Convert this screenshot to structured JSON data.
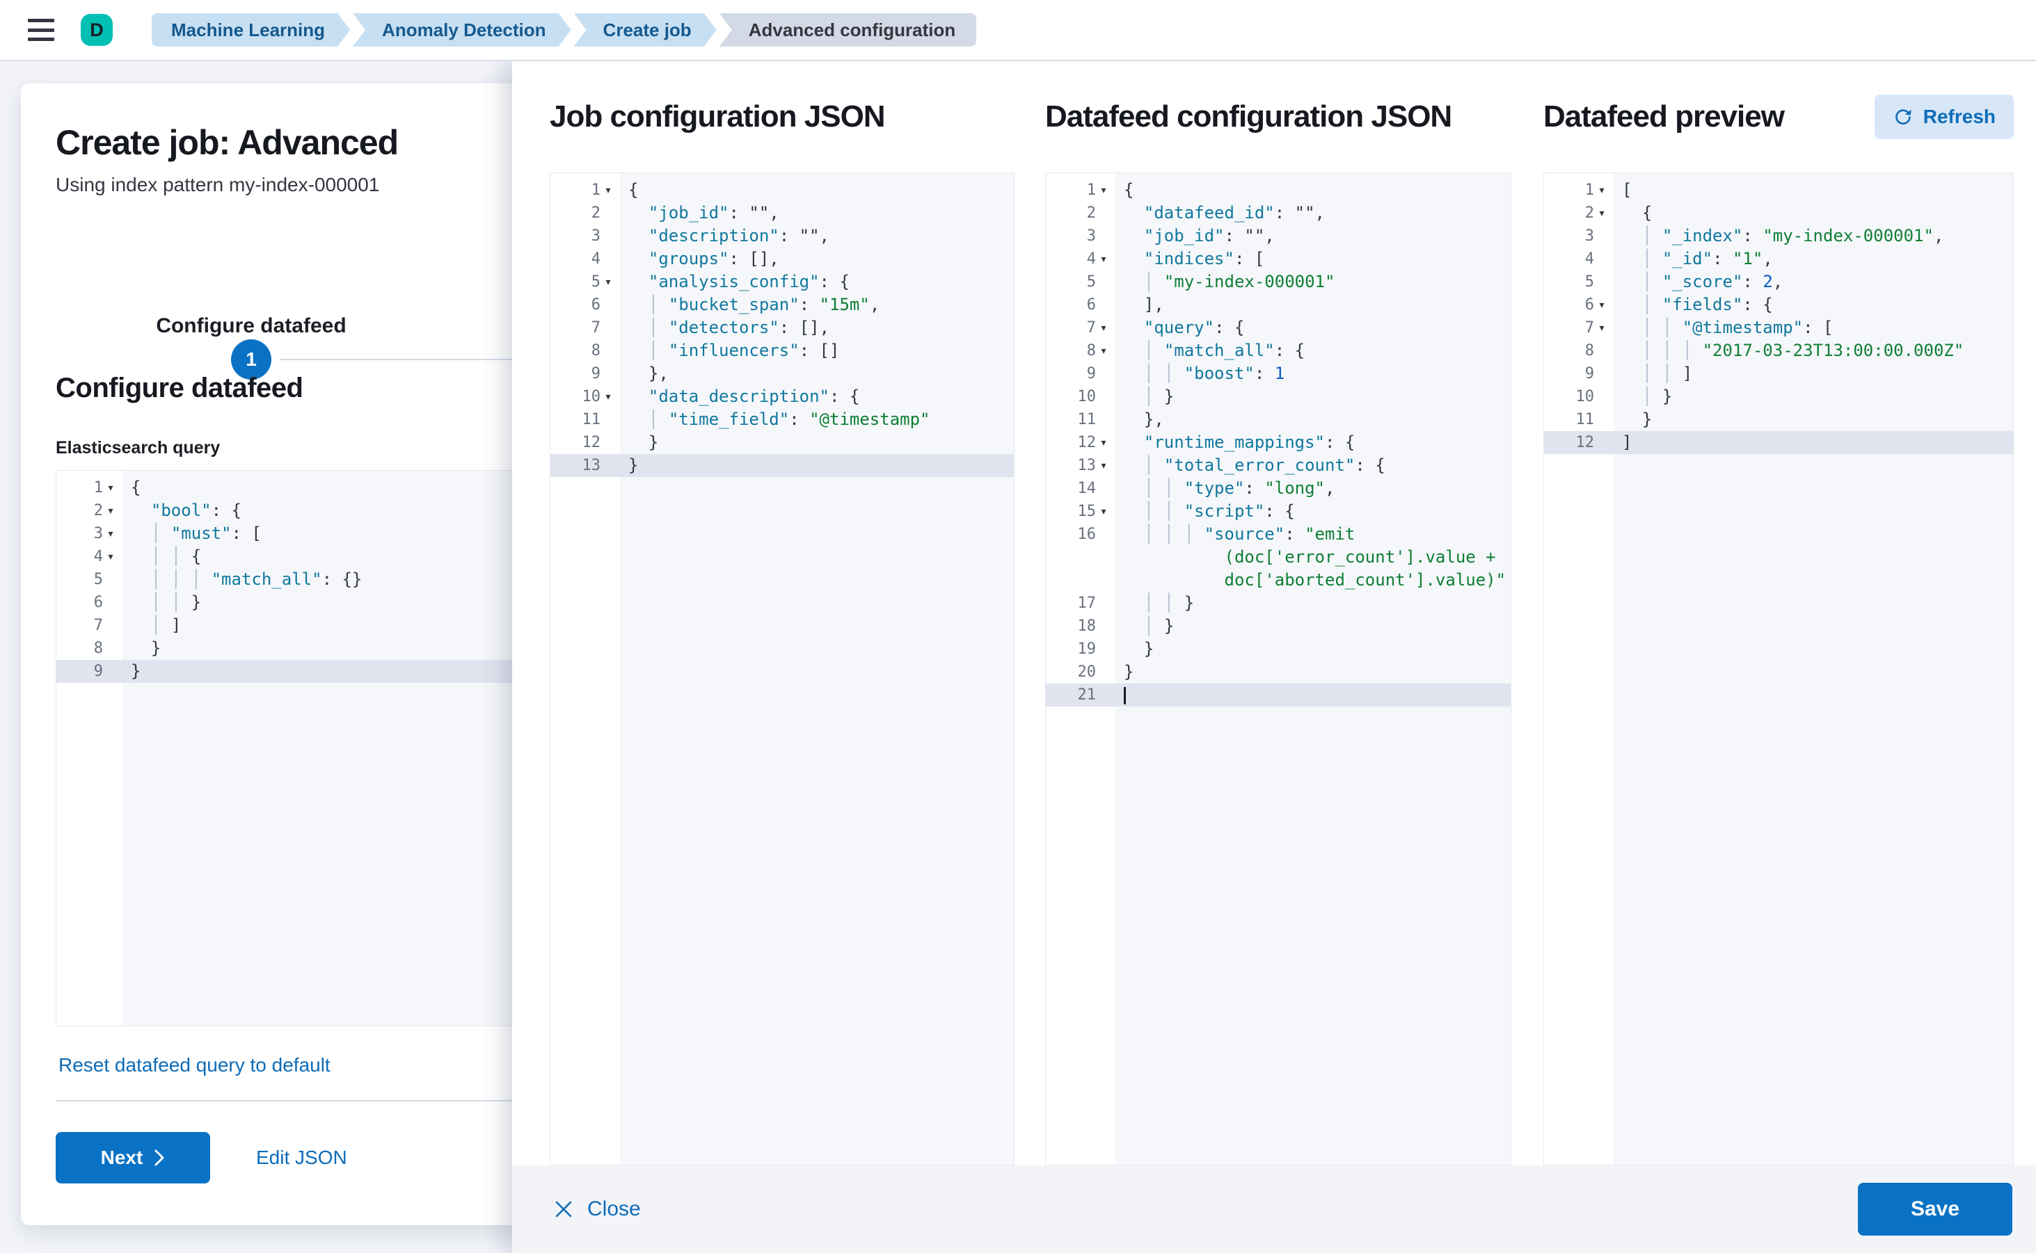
{
  "header": {
    "avatar_initial": "D",
    "breadcrumbs": [
      {
        "label": "Machine Learning",
        "current": false
      },
      {
        "label": "Anomaly Detection",
        "current": false
      },
      {
        "label": "Create job",
        "current": false
      },
      {
        "label": "Advanced configuration",
        "current": true
      }
    ]
  },
  "wizard": {
    "title": "Create job: Advanced",
    "subtitle": "Using index pattern my-index-000001",
    "step_number": "1",
    "step_label": "Configure datafeed",
    "section_heading": "Configure datafeed",
    "query_label": "Elasticsearch query",
    "reset_link": "Reset datafeed query to default",
    "next_button": "Next",
    "edit_json_link": "Edit JSON"
  },
  "flyout": {
    "job_config_title": "Job configuration JSON",
    "datafeed_config_title": "Datafeed configuration JSON",
    "datafeed_preview_title": "Datafeed preview",
    "refresh_button": "Refresh",
    "close_button": "Close",
    "save_button": "Save"
  },
  "colors": {
    "primary_button": "#0a72c4",
    "link": "#0d6cb8",
    "avatar": "#00bfb3",
    "breadcrumb_bg": "#c7dff2",
    "breadcrumb_text": "#14598f",
    "breadcrumb_current_bg": "#d3dae6",
    "breadcrumb_current_text": "#343741",
    "editor_content_bg": "#f5f7fa",
    "editor_gutter_bg": "#ffffff",
    "editor_active_line": "#dfe4ee",
    "syntax_key": "#10789e",
    "syntax_string": "#0e7e35",
    "syntax_number": "#0a5ac2",
    "syntax_plain": "#343741"
  },
  "editors": {
    "es_query": {
      "lines": [
        {
          "n": "1",
          "fold": true,
          "tokens": [
            [
              "p",
              "{"
            ]
          ]
        },
        {
          "n": "2",
          "fold": true,
          "tokens": [
            [
              "p",
              "  "
            ],
            [
              "k",
              "\"bool\""
            ],
            [
              "p",
              ": {"
            ]
          ]
        },
        {
          "n": "3",
          "fold": true,
          "tokens": [
            [
              "p",
              "  "
            ],
            [
              "g",
              "│ "
            ],
            [
              "k",
              "\"must\""
            ],
            [
              "p",
              ": ["
            ]
          ]
        },
        {
          "n": "4",
          "fold": true,
          "tokens": [
            [
              "p",
              "  "
            ],
            [
              "g",
              "│ │ "
            ],
            [
              "p",
              "{"
            ]
          ]
        },
        {
          "n": "5",
          "tokens": [
            [
              "p",
              "  "
            ],
            [
              "g",
              "│ │ │ "
            ],
            [
              "k",
              "\"match_all\""
            ],
            [
              "p",
              ": {}"
            ]
          ]
        },
        {
          "n": "6",
          "tokens": [
            [
              "p",
              "  "
            ],
            [
              "g",
              "│ │ "
            ],
            [
              "p",
              "}"
            ]
          ]
        },
        {
          "n": "7",
          "tokens": [
            [
              "p",
              "  "
            ],
            [
              "g",
              "│ "
            ],
            [
              "p",
              "]"
            ]
          ]
        },
        {
          "n": "8",
          "tokens": [
            [
              "p",
              "  }"
            ]
          ]
        },
        {
          "n": "9",
          "active": true,
          "tokens": [
            [
              "p",
              "}"
            ]
          ]
        }
      ]
    },
    "job_config": {
      "lines": [
        {
          "n": "1",
          "fold": true,
          "tokens": [
            [
              "p",
              "{"
            ]
          ]
        },
        {
          "n": "2",
          "tokens": [
            [
              "p",
              "  "
            ],
            [
              "k",
              "\"job_id\""
            ],
            [
              "p",
              ": \"\","
            ]
          ]
        },
        {
          "n": "3",
          "tokens": [
            [
              "p",
              "  "
            ],
            [
              "k",
              "\"description\""
            ],
            [
              "p",
              ": \"\","
            ]
          ]
        },
        {
          "n": "4",
          "tokens": [
            [
              "p",
              "  "
            ],
            [
              "k",
              "\"groups\""
            ],
            [
              "p",
              ": [],"
            ]
          ]
        },
        {
          "n": "5",
          "fold": true,
          "tokens": [
            [
              "p",
              "  "
            ],
            [
              "k",
              "\"analysis_config\""
            ],
            [
              "p",
              ": {"
            ]
          ]
        },
        {
          "n": "6",
          "tokens": [
            [
              "p",
              "  "
            ],
            [
              "g",
              "│ "
            ],
            [
              "k",
              "\"bucket_span\""
            ],
            [
              "p",
              ": "
            ],
            [
              "s",
              "\"15m\""
            ],
            [
              "p",
              ","
            ]
          ]
        },
        {
          "n": "7",
          "tokens": [
            [
              "p",
              "  "
            ],
            [
              "g",
              "│ "
            ],
            [
              "k",
              "\"detectors\""
            ],
            [
              "p",
              ": [],"
            ]
          ]
        },
        {
          "n": "8",
          "tokens": [
            [
              "p",
              "  "
            ],
            [
              "g",
              "│ "
            ],
            [
              "k",
              "\"influencers\""
            ],
            [
              "p",
              ": []"
            ]
          ]
        },
        {
          "n": "9",
          "tokens": [
            [
              "p",
              "  },"
            ]
          ]
        },
        {
          "n": "10",
          "fold": true,
          "tokens": [
            [
              "p",
              "  "
            ],
            [
              "k",
              "\"data_description\""
            ],
            [
              "p",
              ": {"
            ]
          ]
        },
        {
          "n": "11",
          "tokens": [
            [
              "p",
              "  "
            ],
            [
              "g",
              "│ "
            ],
            [
              "k",
              "\"time_field\""
            ],
            [
              "p",
              ": "
            ],
            [
              "s",
              "\"@timestamp\""
            ]
          ]
        },
        {
          "n": "12",
          "tokens": [
            [
              "p",
              "  }"
            ]
          ]
        },
        {
          "n": "13",
          "active": true,
          "tokens": [
            [
              "p",
              "}"
            ]
          ]
        }
      ]
    },
    "datafeed_config": {
      "lines": [
        {
          "n": "1",
          "fold": true,
          "tokens": [
            [
              "p",
              "{"
            ]
          ]
        },
        {
          "n": "2",
          "tokens": [
            [
              "p",
              "  "
            ],
            [
              "k",
              "\"datafeed_id\""
            ],
            [
              "p",
              ": \"\","
            ]
          ]
        },
        {
          "n": "3",
          "tokens": [
            [
              "p",
              "  "
            ],
            [
              "k",
              "\"job_id\""
            ],
            [
              "p",
              ": \"\","
            ]
          ]
        },
        {
          "n": "4",
          "fold": true,
          "tokens": [
            [
              "p",
              "  "
            ],
            [
              "k",
              "\"indices\""
            ],
            [
              "p",
              ": ["
            ]
          ]
        },
        {
          "n": "5",
          "tokens": [
            [
              "p",
              "  "
            ],
            [
              "g",
              "│ "
            ],
            [
              "s",
              "\"my-index-000001\""
            ]
          ]
        },
        {
          "n": "6",
          "tokens": [
            [
              "p",
              "  ],"
            ]
          ]
        },
        {
          "n": "7",
          "fold": true,
          "tokens": [
            [
              "p",
              "  "
            ],
            [
              "k",
              "\"query\""
            ],
            [
              "p",
              ": {"
            ]
          ]
        },
        {
          "n": "8",
          "fold": true,
          "tokens": [
            [
              "p",
              "  "
            ],
            [
              "g",
              "│ "
            ],
            [
              "k",
              "\"match_all\""
            ],
            [
              "p",
              ": {"
            ]
          ]
        },
        {
          "n": "9",
          "tokens": [
            [
              "p",
              "  "
            ],
            [
              "g",
              "│ │ "
            ],
            [
              "k",
              "\"boost\""
            ],
            [
              "p",
              ": "
            ],
            [
              "n",
              "1"
            ]
          ]
        },
        {
          "n": "10",
          "tokens": [
            [
              "p",
              "  "
            ],
            [
              "g",
              "│ "
            ],
            [
              "p",
              "}"
            ]
          ]
        },
        {
          "n": "11",
          "tokens": [
            [
              "p",
              "  },"
            ]
          ]
        },
        {
          "n": "12",
          "fold": true,
          "tokens": [
            [
              "p",
              "  "
            ],
            [
              "k",
              "\"runtime_mappings\""
            ],
            [
              "p",
              ": {"
            ]
          ]
        },
        {
          "n": "13",
          "fold": true,
          "tokens": [
            [
              "p",
              "  "
            ],
            [
              "g",
              "│ "
            ],
            [
              "k",
              "\"total_error_count\""
            ],
            [
              "p",
              ": {"
            ]
          ]
        },
        {
          "n": "14",
          "tokens": [
            [
              "p",
              "  "
            ],
            [
              "g",
              "│ │ "
            ],
            [
              "k",
              "\"type\""
            ],
            [
              "p",
              ": "
            ],
            [
              "s",
              "\"long\""
            ],
            [
              "p",
              ","
            ]
          ]
        },
        {
          "n": "15",
          "fold": true,
          "tokens": [
            [
              "p",
              "  "
            ],
            [
              "g",
              "│ │ "
            ],
            [
              "k",
              "\"script\""
            ],
            [
              "p",
              ": {"
            ]
          ]
        },
        {
          "n": "16",
          "tokens": [
            [
              "p",
              "  "
            ],
            [
              "g",
              "│ │ │ "
            ],
            [
              "k",
              "\"source\""
            ],
            [
              "p",
              ": "
            ],
            [
              "s",
              "\"emit"
            ]
          ]
        },
        {
          "n": "",
          "tokens": [
            [
              "p",
              "          "
            ],
            [
              "s",
              "(doc['error_count'].value +"
            ]
          ]
        },
        {
          "n": "",
          "tokens": [
            [
              "p",
              "          "
            ],
            [
              "s",
              "doc['aborted_count'].value)\""
            ]
          ]
        },
        {
          "n": "17",
          "tokens": [
            [
              "p",
              "  "
            ],
            [
              "g",
              "│ │ "
            ],
            [
              "p",
              "}"
            ]
          ]
        },
        {
          "n": "18",
          "tokens": [
            [
              "p",
              "  "
            ],
            [
              "g",
              "│ "
            ],
            [
              "p",
              "}"
            ]
          ]
        },
        {
          "n": "19",
          "tokens": [
            [
              "p",
              "  }"
            ]
          ]
        },
        {
          "n": "20",
          "tokens": [
            [
              "p",
              "}"
            ]
          ]
        },
        {
          "n": "21",
          "active": true,
          "cursor": true,
          "tokens": []
        }
      ]
    },
    "datafeed_preview": {
      "lines": [
        {
          "n": "1",
          "fold": true,
          "tokens": [
            [
              "p",
              "["
            ]
          ]
        },
        {
          "n": "2",
          "fold": true,
          "tokens": [
            [
              "p",
              "  {"
            ]
          ]
        },
        {
          "n": "3",
          "tokens": [
            [
              "p",
              "  "
            ],
            [
              "g",
              "│ "
            ],
            [
              "k",
              "\"_index\""
            ],
            [
              "p",
              ": "
            ],
            [
              "s",
              "\"my-index-000001\""
            ],
            [
              "p",
              ","
            ]
          ]
        },
        {
          "n": "4",
          "tokens": [
            [
              "p",
              "  "
            ],
            [
              "g",
              "│ "
            ],
            [
              "k",
              "\"_id\""
            ],
            [
              "p",
              ": "
            ],
            [
              "s",
              "\"1\""
            ],
            [
              "p",
              ","
            ]
          ]
        },
        {
          "n": "5",
          "tokens": [
            [
              "p",
              "  "
            ],
            [
              "g",
              "│ "
            ],
            [
              "k",
              "\"_score\""
            ],
            [
              "p",
              ": "
            ],
            [
              "n",
              "2"
            ],
            [
              "p",
              ","
            ]
          ]
        },
        {
          "n": "6",
          "fold": true,
          "tokens": [
            [
              "p",
              "  "
            ],
            [
              "g",
              "│ "
            ],
            [
              "k",
              "\"fields\""
            ],
            [
              "p",
              ": {"
            ]
          ]
        },
        {
          "n": "7",
          "fold": true,
          "tokens": [
            [
              "p",
              "  "
            ],
            [
              "g",
              "│ │ "
            ],
            [
              "k",
              "\"@timestamp\""
            ],
            [
              "p",
              ": ["
            ]
          ]
        },
        {
          "n": "8",
          "tokens": [
            [
              "p",
              "  "
            ],
            [
              "g",
              "│ │ │ "
            ],
            [
              "s",
              "\"2017-03-23T13:00:00.000Z\""
            ]
          ]
        },
        {
          "n": "9",
          "tokens": [
            [
              "p",
              "  "
            ],
            [
              "g",
              "│ │ "
            ],
            [
              "p",
              "]"
            ]
          ]
        },
        {
          "n": "10",
          "tokens": [
            [
              "p",
              "  "
            ],
            [
              "g",
              "│ "
            ],
            [
              "p",
              "}"
            ]
          ]
        },
        {
          "n": "11",
          "tokens": [
            [
              "p",
              "  }"
            ]
          ]
        },
        {
          "n": "12",
          "active": true,
          "tokens": [
            [
              "p",
              "]"
            ]
          ]
        }
      ]
    }
  }
}
